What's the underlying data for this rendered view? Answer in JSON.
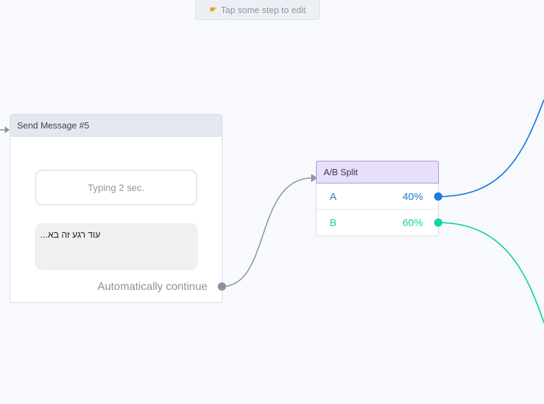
{
  "hint": {
    "icon": "pointing-hand-icon",
    "text": "Tap some step to edit"
  },
  "send_node": {
    "title": "Send Message #5",
    "typing_label": "Typing 2 sec.",
    "message_text": "עוד רגע זה בא...",
    "continue_label": "Automatically continue"
  },
  "ab_node": {
    "title": "A/B Split",
    "variants": [
      {
        "label": "A",
        "percent": "40%"
      },
      {
        "label": "B",
        "percent": "60%"
      }
    ]
  },
  "colors": {
    "variant_a": "#1a7de3",
    "variant_b": "#14d4a8",
    "connector": "#8c93a0",
    "split_header": "#e8e0fb"
  }
}
